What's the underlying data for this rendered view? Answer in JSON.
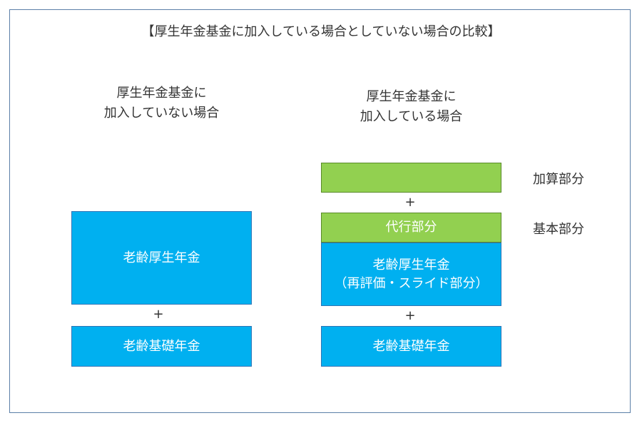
{
  "title": "【厚生年金基金に加入している場合としていない場合の比較】",
  "left": {
    "heading_lines": [
      "厚生年金基金に",
      "加入していない場合"
    ],
    "box_top": "老齢厚生年金",
    "plus": "+",
    "box_bottom": "老齢基礎年金"
  },
  "right": {
    "heading_lines": [
      "厚生年金基金に",
      "加入している場合"
    ],
    "plus_top": "+",
    "box_agency": "代行部分",
    "box_middle_lines": [
      "老齢厚生年金",
      "（再評価・スライド部分）"
    ],
    "plus_bottom": "+",
    "box_bottom": "老齢基礎年金"
  },
  "side_labels": {
    "addition": "加算部分",
    "basic": "基本部分"
  },
  "colors": {
    "blue": "#00b0f0",
    "green": "#92d050",
    "frame": "#5b7fa8"
  }
}
